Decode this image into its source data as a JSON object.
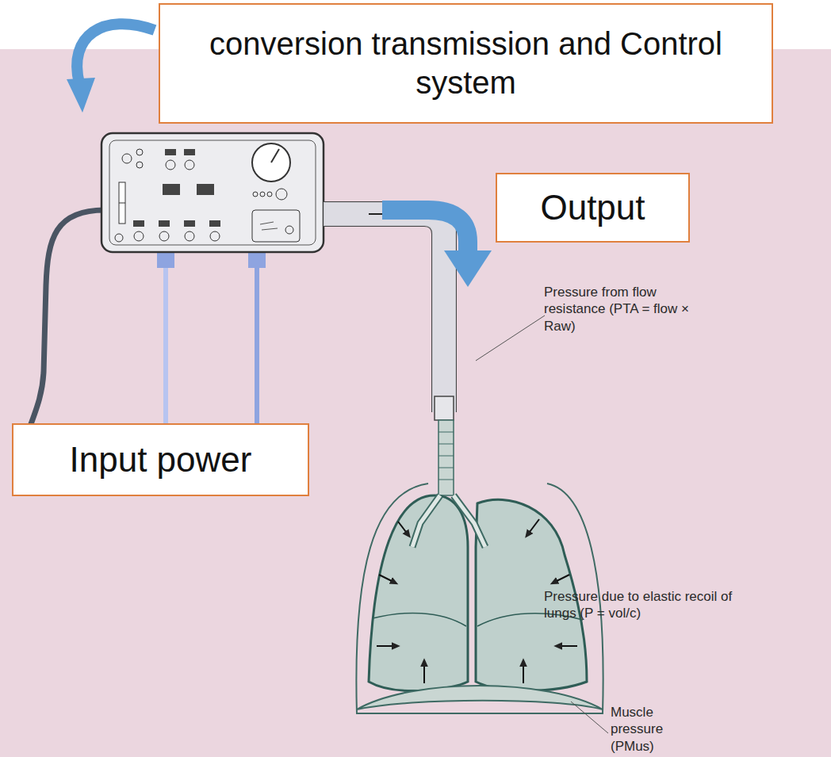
{
  "diagram": {
    "nodes": [
      {
        "text": [
          "conversion transmission and Control system"
        ]
      },
      {
        "text": [
          "Output"
        ]
      },
      {
        "text": [
          "Input power"
        ]
      }
    ],
    "labels": [
      "Pressure from flow resistance (PTA = flow × Raw)",
      "Pressure due to elastic recoil of lungs (P = vol/c)",
      "Muscle pressure (PMus)"
    ]
  }
}
